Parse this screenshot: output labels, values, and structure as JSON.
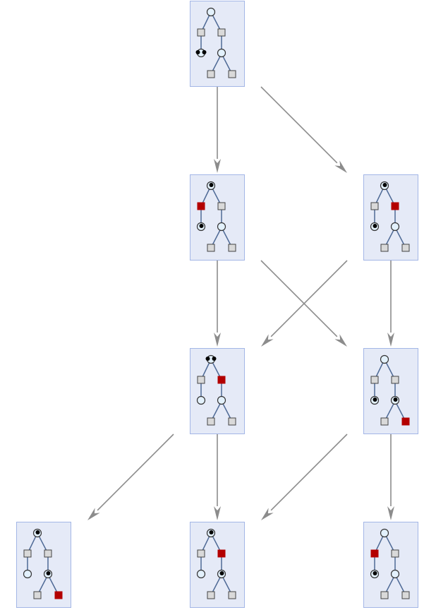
{
  "colors": {
    "box_fill": "#e5eaf7",
    "box_stroke": "#a3b6e6",
    "edge": "#4f6a96",
    "circle_fill": "#e3f1fc",
    "square_fill": "#d9d9d9",
    "marked_square": "#b30000",
    "arrow": "#8c8c8c"
  },
  "states": [
    {
      "id": "s0",
      "root": 0,
      "sq": [
        "g",
        "g"
      ],
      "lc": 2,
      "rc": 0,
      "leaf": [
        "g",
        "g"
      ]
    },
    {
      "id": "s1",
      "root": 1,
      "sq": [
        "r",
        "g"
      ],
      "lc": 1,
      "rc": 0,
      "leaf": [
        "g",
        "g"
      ]
    },
    {
      "id": "s2",
      "root": 1,
      "sq": [
        "g",
        "r"
      ],
      "lc": 1,
      "rc": 0,
      "leaf": [
        "g",
        "g"
      ]
    },
    {
      "id": "s3",
      "root": 2,
      "sq": [
        "g",
        "r"
      ],
      "lc": 0,
      "rc": 0,
      "leaf": [
        "g",
        "g"
      ]
    },
    {
      "id": "s4",
      "root": 0,
      "sq": [
        "g",
        "g"
      ],
      "lc": 1,
      "rc": 1,
      "leaf": [
        "g",
        "r"
      ]
    },
    {
      "id": "s5",
      "root": 1,
      "sq": [
        "g",
        "g"
      ],
      "lc": 0,
      "rc": 1,
      "leaf": [
        "g",
        "r"
      ]
    },
    {
      "id": "s6",
      "root": 1,
      "sq": [
        "g",
        "r"
      ],
      "lc": 0,
      "rc": 1,
      "leaf": [
        "g",
        "g"
      ]
    },
    {
      "id": "s7",
      "root": 0,
      "sq": [
        "r",
        "g"
      ],
      "lc": 1,
      "rc": 0,
      "leaf": [
        "g",
        "g"
      ]
    }
  ],
  "transitions": [
    [
      "s0",
      "s1"
    ],
    [
      "s0",
      "s2"
    ],
    [
      "s1",
      "s3"
    ],
    [
      "s1",
      "s4"
    ],
    [
      "s2",
      "s3"
    ],
    [
      "s2",
      "s4"
    ],
    [
      "s3",
      "s5"
    ],
    [
      "s3",
      "s6"
    ],
    [
      "s4",
      "s6"
    ],
    [
      "s4",
      "s7"
    ]
  ]
}
